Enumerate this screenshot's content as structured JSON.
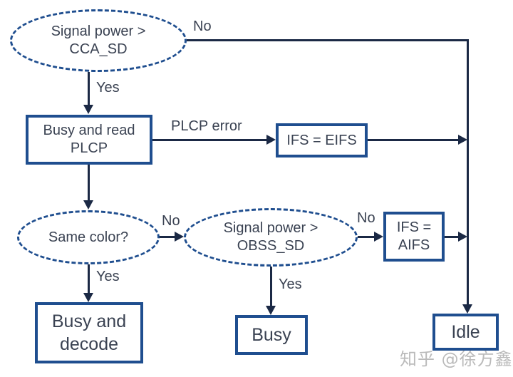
{
  "diagram": {
    "type": "flowchart",
    "topic": "802.11 channel-access / CCA decision flow",
    "colors": {
      "shape_border": "#1f4e8f",
      "arrow_line": "#1b2945",
      "text": "#3a4252",
      "background": "#ffffff",
      "watermark": "#828282"
    },
    "nodes": {
      "cca": {
        "shape": "dashed-ellipse",
        "line1": "Signal power >",
        "line2": "CCA_SD"
      },
      "busy_read": {
        "shape": "rect",
        "line1": "Busy and read",
        "line2": "PLCP"
      },
      "ifs_eifs": {
        "shape": "rect",
        "label": "IFS = EIFS"
      },
      "same_color": {
        "shape": "dashed-ellipse",
        "label": "Same color?"
      },
      "obss": {
        "shape": "dashed-ellipse",
        "line1": "Signal power >",
        "line2": "OBSS_SD"
      },
      "ifs_aifs": {
        "shape": "rect",
        "line1": "IFS =",
        "line2": "AIFS"
      },
      "busy_decode": {
        "shape": "rect",
        "line1": "Busy and",
        "line2": "decode"
      },
      "busy": {
        "shape": "rect",
        "label": "Busy"
      },
      "idle": {
        "shape": "rect",
        "label": "Idle"
      }
    },
    "edges": {
      "cca_no": {
        "from": "cca",
        "to": "idle",
        "label": "No"
      },
      "cca_yes": {
        "from": "cca",
        "to": "busy_read",
        "label": "Yes"
      },
      "plcp_error": {
        "from": "busy_read",
        "to": "ifs_eifs",
        "label": "PLCP error"
      },
      "eifs_out": {
        "from": "ifs_eifs",
        "to": "idle",
        "label": ""
      },
      "busy_read_down": {
        "from": "busy_read",
        "to": "same_color",
        "label": ""
      },
      "same_color_no": {
        "from": "same_color",
        "to": "obss",
        "label": "No"
      },
      "same_color_yes": {
        "from": "same_color",
        "to": "busy_decode",
        "label": "Yes"
      },
      "obss_no": {
        "from": "obss",
        "to": "ifs_aifs",
        "label": "No"
      },
      "obss_yes": {
        "from": "obss",
        "to": "busy",
        "label": "Yes"
      },
      "aifs_out": {
        "from": "ifs_aifs",
        "to": "idle",
        "label": ""
      }
    },
    "watermark": "知乎 @徐方鑫"
  }
}
